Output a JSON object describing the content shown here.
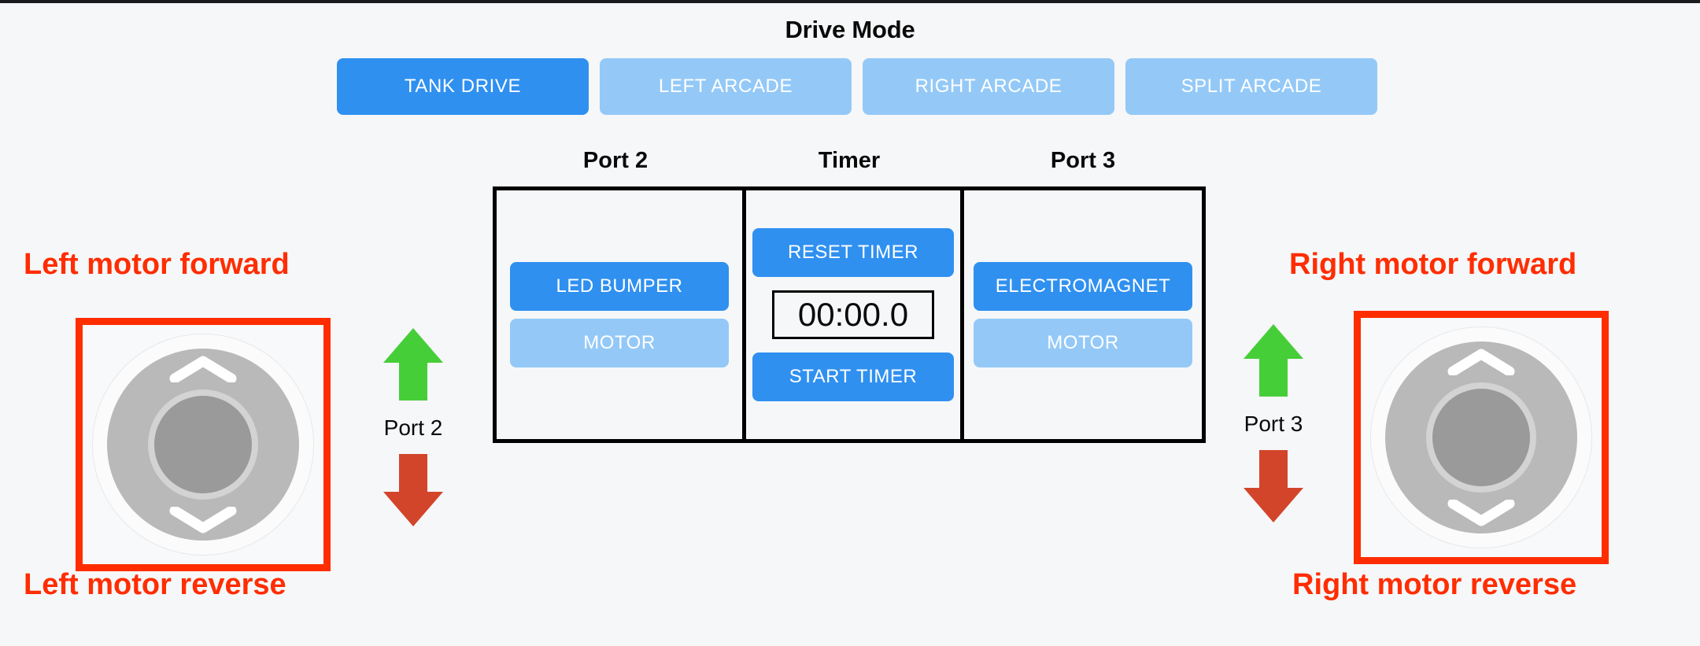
{
  "header": {
    "title": "Drive Mode",
    "modes": [
      {
        "label": "TANK DRIVE",
        "state": "active"
      },
      {
        "label": "LEFT ARCADE",
        "state": "inactive"
      },
      {
        "label": "RIGHT ARCADE",
        "state": "inactive"
      },
      {
        "label": "SPLIT ARCADE",
        "state": "inactive"
      }
    ]
  },
  "panel": {
    "labels": {
      "port2": "Port 2",
      "timer": "Timer",
      "port3": "Port 3"
    },
    "port2": {
      "buttons": [
        {
          "label": "LED BUMPER",
          "state": "on"
        },
        {
          "label": "MOTOR",
          "state": "off"
        }
      ]
    },
    "timer": {
      "reset_label": "RESET TIMER",
      "display_value": "00:00.0",
      "start_label": "START TIMER"
    },
    "port3": {
      "buttons": [
        {
          "label": "ELECTROMAGNET",
          "state": "on"
        },
        {
          "label": "MOTOR",
          "state": "off"
        }
      ]
    }
  },
  "left_joystick": {
    "annotation_top": "Left motor forward",
    "annotation_bottom": "Left motor reverse",
    "port_label": "Port 2",
    "up_icon": "arrow-up-icon",
    "down_icon": "arrow-down-icon",
    "chevron_up_icon": "chevron-up-icon",
    "chevron_down_icon": "chevron-down-icon"
  },
  "right_joystick": {
    "annotation_top": "Right motor forward",
    "annotation_bottom": "Right motor reverse",
    "port_label": "Port 3",
    "up_icon": "arrow-up-icon",
    "down_icon": "arrow-down-icon",
    "chevron_up_icon": "chevron-up-icon",
    "chevron_down_icon": "chevron-down-icon"
  },
  "colors": {
    "background": "#f6f7f9",
    "accent_blue_active": "#2f90f0",
    "accent_blue_inactive": "#94c9f7",
    "annotation_red": "#ff2d00",
    "arrow_green": "#46ce38",
    "arrow_red": "#d2452a",
    "panel_border": "#000000",
    "joystick_base": "#b9b9b9",
    "joystick_knob": "#9a9a9a"
  }
}
